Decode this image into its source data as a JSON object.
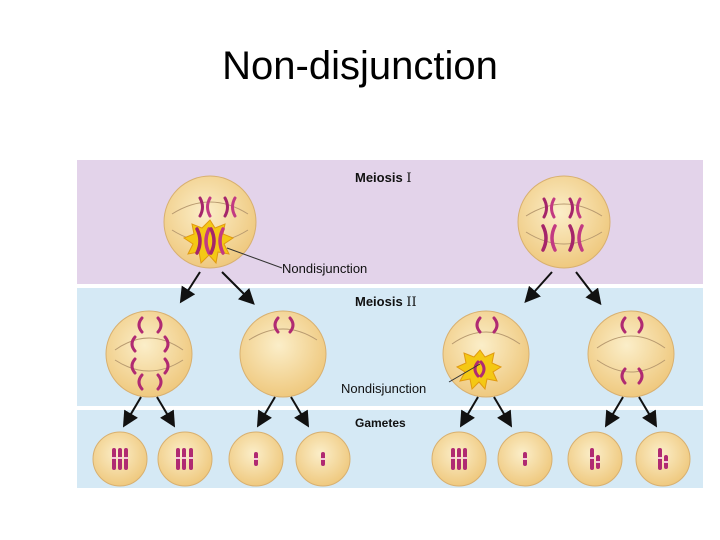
{
  "title": "Non-disjunction",
  "labels": {
    "meiosis1": "Meiosis",
    "meiosis1_numeral": "I",
    "meiosis2": "Meiosis",
    "meiosis2_numeral": "II",
    "gametes": "Gametes",
    "nondisjunction_1": "Nondisjunction",
    "nondisjunction_2": "Nondisjunction"
  },
  "colors": {
    "band_top": "#e3d3ea",
    "band_mid": "#d5e9f5",
    "band_bottom": "#d5e9f5",
    "cell_fill": "#f7dfa8",
    "chromosome": "#b02a72",
    "starburst": "#f4c814"
  }
}
